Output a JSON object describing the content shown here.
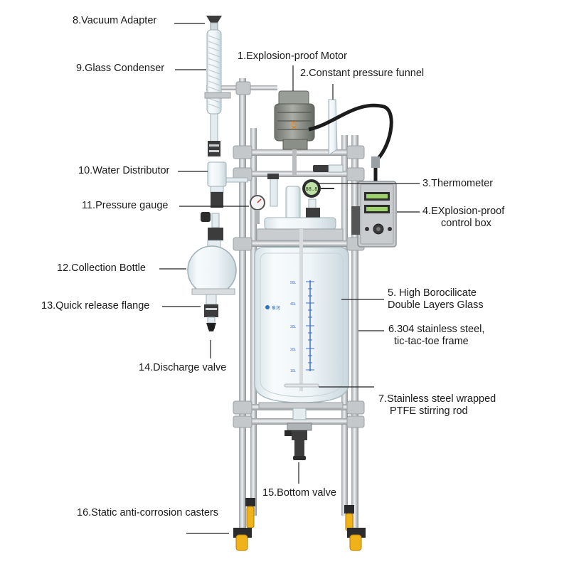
{
  "labels": {
    "l1": "1.Explosion-proof Motor",
    "l2": "2.Constant pressure funnel",
    "l3": "3.Thermometer",
    "l4a": "4.EXplosion-proof",
    "l4b": "control box",
    "l5a": "5. High Borocilicate",
    "l5b": "Double Layers Glass",
    "l6a": "6.304 stainless steel,",
    "l6b": "tic-tac-toe frame",
    "l7a": "7.Stainless steel wrapped",
    "l7b": "PTFE stirring rod",
    "l8": "8.Vacuum Adapter",
    "l9": "9.Glass Condenser",
    "l10": "10.Water Distributor",
    "l11": "11.Pressure gauge",
    "l12": "12.Collection Bottle",
    "l13": "13.Quick release flange",
    "l14": "14.Discharge valve",
    "l15": "15.Bottom valve",
    "l16": "16.Static anti-corrosion casters"
  },
  "vessel": {
    "brand": "象润",
    "graduations": [
      "50L",
      "40L",
      "30L",
      "20L",
      "10L"
    ]
  },
  "motor": {
    "mark": "EX"
  },
  "thermometer": {
    "reading": "88.8"
  },
  "colors": {
    "frame": "#cfd2d4",
    "clamp": "#bfc3c6",
    "motor": "#8a8f87",
    "glass": "#e9f1f5",
    "control_box": "#c9ccce",
    "caster_wheel": "#f0b21a",
    "graduation": "#3a6fd8"
  }
}
